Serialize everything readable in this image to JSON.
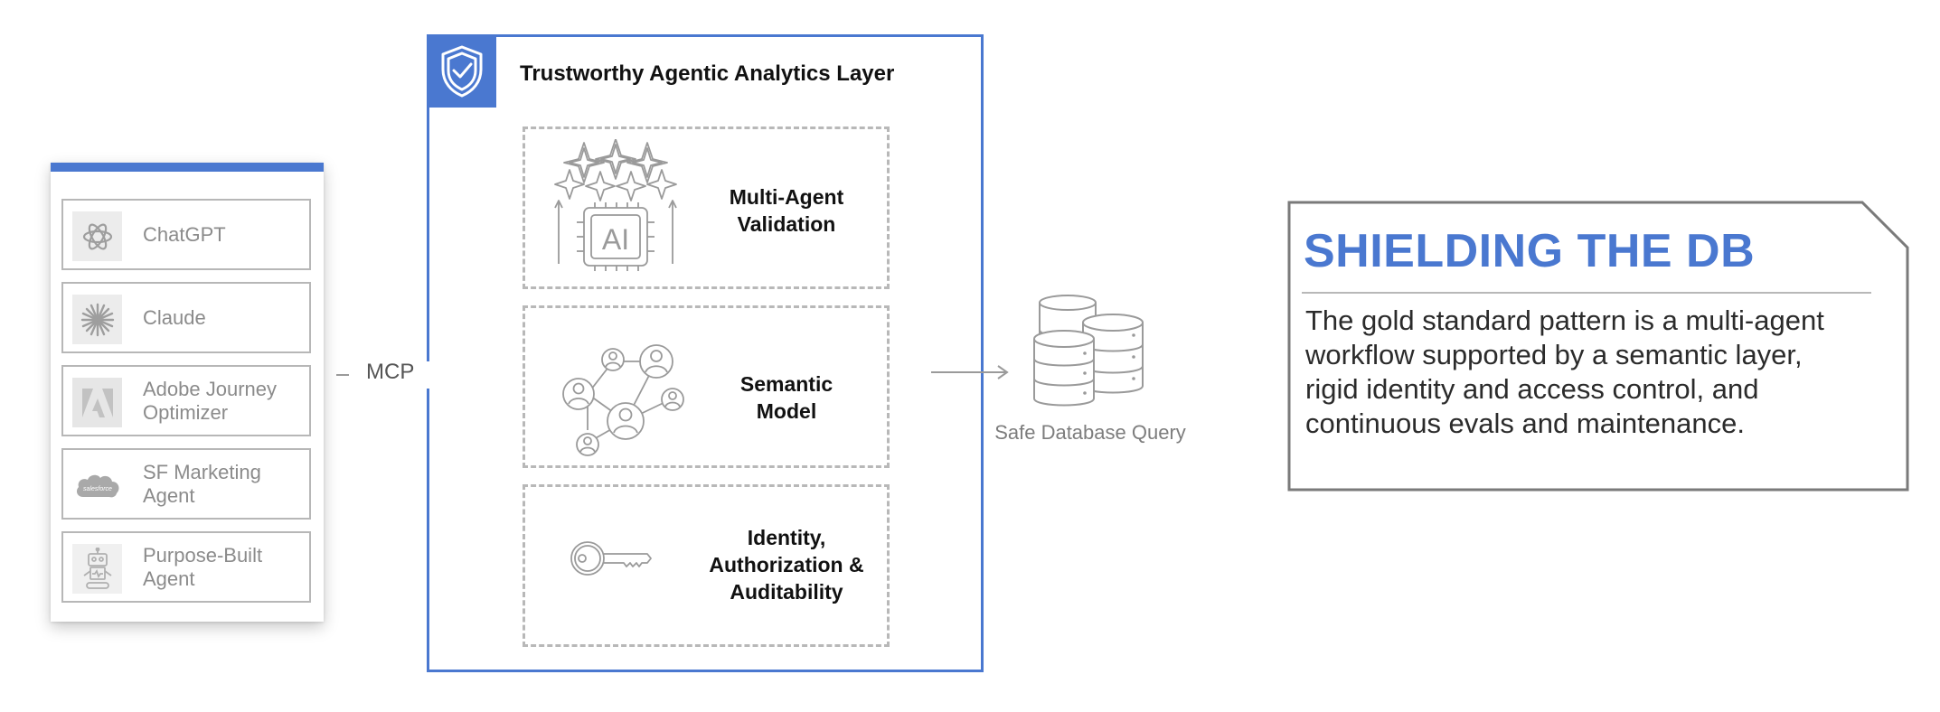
{
  "agents": {
    "items": [
      {
        "label": "ChatGPT",
        "icon": "openai-icon"
      },
      {
        "label": "Claude",
        "icon": "claude-icon"
      },
      {
        "label": "Adobe Journey Optimizer",
        "icon": "adobe-icon"
      },
      {
        "label": "SF Marketing Agent",
        "icon": "salesforce-icon"
      },
      {
        "label": "Purpose-Built Agent",
        "icon": "robot-icon"
      }
    ],
    "salesforce_logo_text": "salesforce"
  },
  "connector": {
    "label": "MCP"
  },
  "layer": {
    "title": "Trustworthy Agentic Analytics Layer",
    "badge_icon": "shield-check-icon",
    "sections": [
      {
        "label": "Multi-Agent Validation",
        "icon": "ai-chip-icon",
        "chip_text": "AI"
      },
      {
        "label": "Semantic Model",
        "icon": "network-icon"
      },
      {
        "label": "Identity, Authorization & Auditability",
        "icon": "key-icon"
      }
    ]
  },
  "database": {
    "caption": "Safe Database Query",
    "icon": "database-icon"
  },
  "callout": {
    "title": "SHIELDING THE DB",
    "body": "The gold standard pattern is a multi-agent workflow supported by a semantic layer, rigid identity and access control, and continuous evals and maintenance."
  },
  "colors": {
    "accent": "#4a78d0",
    "border": "#b8b8b8",
    "muted_text": "#8b8b8b"
  }
}
